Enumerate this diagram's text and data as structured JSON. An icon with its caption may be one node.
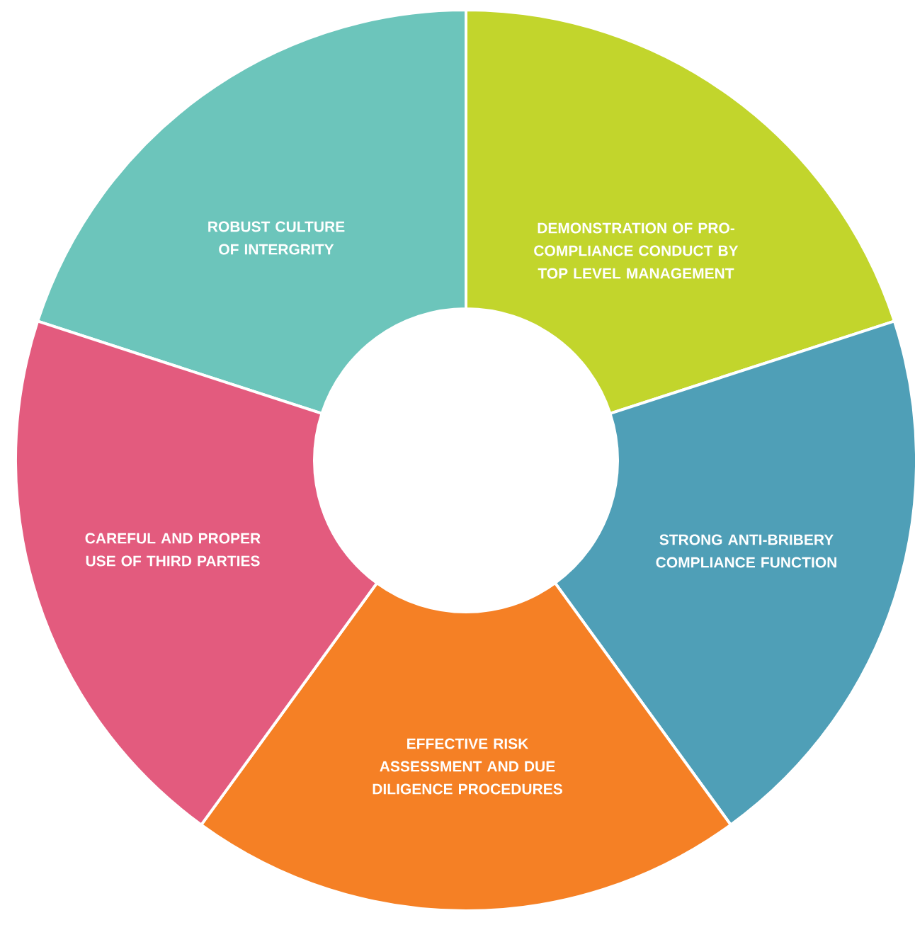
{
  "diagram": {
    "nodes": [
      {
        "text": [
          "ROBUST CULTURE OF INTERGRITY"
        ]
      },
      {
        "text": [
          "DEMONSTRATION OF PRO-COMPLIANCE CONDUCT BY TOP LEVEL MANAGEMENT"
        ]
      },
      {
        "text": [
          "STRONG ANTI-BRIBERY COMPLIANCE FUNCTION"
        ]
      },
      {
        "text": [
          "EFFECTIVE RISK ASSESSMENT AND DUE DILIGENCE PROCEDURES"
        ]
      },
      {
        "text": [
          "CAREFUL AND PROPER USE OF THIRD PARTIES"
        ]
      }
    ]
  }
}
